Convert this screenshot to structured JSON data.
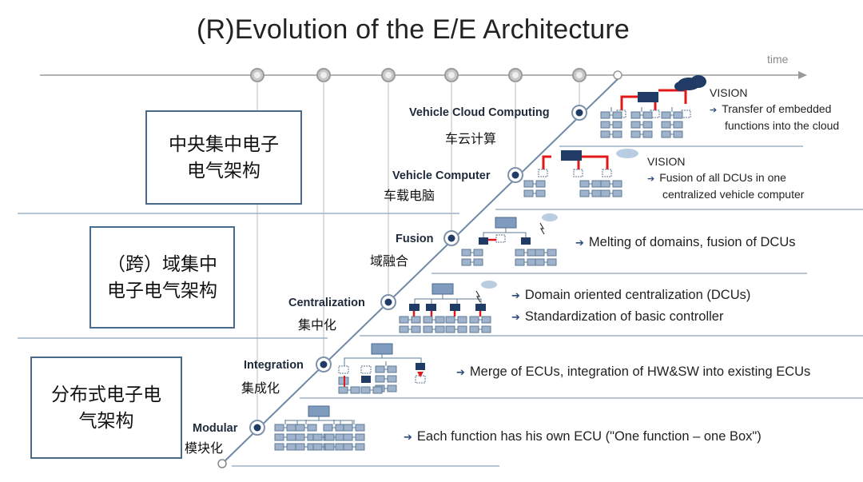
{
  "title": "(R)Evolution of the E/E Architecture",
  "time_label": "time",
  "categories": [
    {
      "lines": [
        "中央集中电子",
        "电气架构"
      ]
    },
    {
      "lines": [
        "（跨）域集中",
        "电子电气架构"
      ]
    },
    {
      "lines": [
        "分布式电子电",
        "气架构"
      ]
    }
  ],
  "stages": [
    {
      "name": "Vehicle Cloud Computing",
      "cn": "车云计算",
      "desc": [
        "Transfer of embedded",
        "functions into  the cloud"
      ],
      "tag": "VISION"
    },
    {
      "name": "Vehicle Computer",
      "cn": "车载电脑",
      "desc": [
        "Fusion of all DCUs in one",
        "centralized vehicle computer"
      ],
      "tag": "VISION"
    },
    {
      "name": "Fusion",
      "cn": "域融合",
      "desc": [
        "Melting of domains, fusion of DCUs"
      ]
    },
    {
      "name": "Centralization",
      "cn": "集中化",
      "desc": [
        "Domain oriented centralization (DCUs)",
        "Standardization of basic controller"
      ]
    },
    {
      "name": "Integration",
      "cn": "集成化",
      "desc": [
        "Merge of ECUs, integration of HW&SW into existing ECUs"
      ]
    },
    {
      "name": "Modular",
      "cn": "模块化",
      "desc": [
        "Each function has his own ECU (\"One function – one Box\")"
      ]
    }
  ]
}
